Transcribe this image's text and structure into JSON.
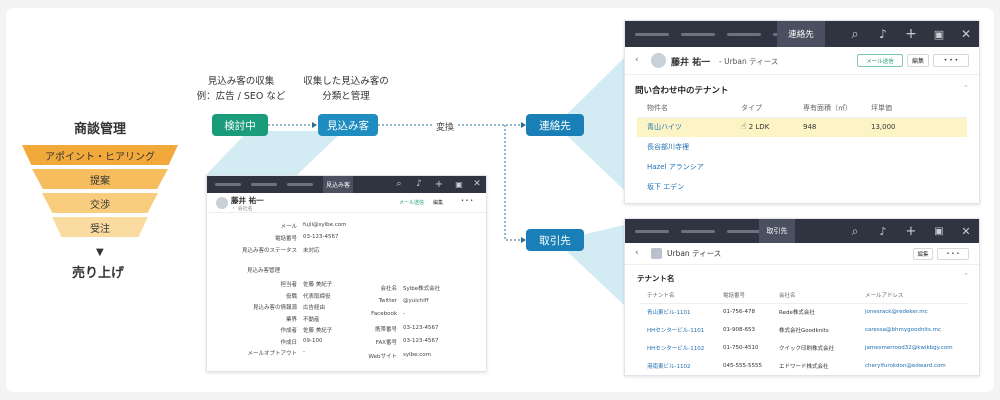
{
  "funnel": {
    "title": "商談管理",
    "stages": [
      "アポイント・ヒアリング",
      "提案",
      "交渉",
      "受注"
    ],
    "arrow": "▼",
    "result": "売り上げ"
  },
  "flow": {
    "note_left": [
      "見込み客の収集",
      "例：広告 / SEO など"
    ],
    "note_right": [
      "収集した見込み客の",
      "分類と管理"
    ],
    "node_review": "検討中",
    "node_prospect": "見込み客",
    "edge_convert": "変換",
    "node_contact": "連絡先",
    "node_account": "取引先"
  },
  "contact_window": {
    "active_tab": "連絡先",
    "name": "藤井 祐一",
    "company": "- Urban ティース",
    "btn_mail": "メール送信",
    "btn_edit": "編集",
    "btn_more": "• • •",
    "section": "問い合わせ中のテナント",
    "columns": [
      "物件名",
      "タイプ",
      "専有面積（㎡）",
      "坪単価"
    ],
    "rows": [
      {
        "name": "青山ハイツ",
        "type": "2 LDK",
        "area": "948",
        "price": "13,000"
      },
      {
        "name": "長谷部川寺裡",
        "type": "",
        "area": "",
        "price": ""
      },
      {
        "name": "Hazel アランシア",
        "type": "",
        "area": "",
        "price": ""
      },
      {
        "name": "坂下 エデン",
        "type": "",
        "area": "",
        "price": ""
      }
    ]
  },
  "prospect_window": {
    "active_tab": "見込み客",
    "name": "藤井 祐一",
    "sub": "・ 会社名",
    "btn_mail": "メール送信",
    "btn_edit": "編集",
    "btn_more": "• • •",
    "left_fields": [
      {
        "label": "メール",
        "value": "fujii@sylbe.com"
      },
      {
        "label": "電話番号",
        "value": "03-123-4567"
      },
      {
        "label": "見込み客のステータス",
        "value": "未対応"
      }
    ],
    "subsection": "見込み客管理",
    "left_fields2": [
      {
        "label": "担当者",
        "value": "佐藤 美紀子"
      },
      {
        "label": "役職",
        "value": "代表取締役"
      },
      {
        "label": "見込み客の情報源",
        "value": "広告経由"
      },
      {
        "label": "業界",
        "value": "不動産"
      },
      {
        "label": "作成者",
        "value": "佐藤 美紀子"
      },
      {
        "label": "作成日",
        "value": "09-100"
      },
      {
        "label": "メールオプトアウト",
        "value": "-"
      }
    ],
    "right_fields": [
      {
        "label": "会社名",
        "value": "Sylbe株式会社"
      },
      {
        "label": "Twitter",
        "value": "@yuichiff"
      },
      {
        "label": "Facebook",
        "value": "-"
      },
      {
        "label": "携帯番号",
        "value": "03-123-4567"
      },
      {
        "label": "FAX番号",
        "value": "03-123-4567"
      },
      {
        "label": "Webサイト",
        "value": "sylbe.com"
      }
    ]
  },
  "account_window": {
    "active_tab": "取引先",
    "name": "Urban ティース",
    "btn_edit": "編集",
    "btn_more": "• • •",
    "section": "テナント名",
    "columns": [
      "テナント名",
      "電話番号",
      "会社名",
      "メールアドレス"
    ],
    "rows": [
      {
        "name": "青山東ビル-1101",
        "phone": "01-756-478",
        "company": "Rede株式会社",
        "email": "jonesrack@redeker.mc"
      },
      {
        "name": "HHセンタービル-1101",
        "phone": "01-908-653",
        "company": "株式会社Goodknits",
        "email": "caressa@bhmygoodnits.mc"
      },
      {
        "name": "HHセンタービル-1102",
        "phone": "01-750-4510",
        "company": "クイック印刷株式会社",
        "email": "jamesmerrood32@kwikbgy.com"
      },
      {
        "name": "港南東ビル-1102",
        "phone": "045-555-5555",
        "company": "エドワード株式会社",
        "email": "cherylfurokdon@edward.com"
      }
    ]
  },
  "colors": {
    "green": "#1a9c7a",
    "blue": "#1f8dbf",
    "funnel": "#f2a93b",
    "titlebar": "#2f3440"
  }
}
